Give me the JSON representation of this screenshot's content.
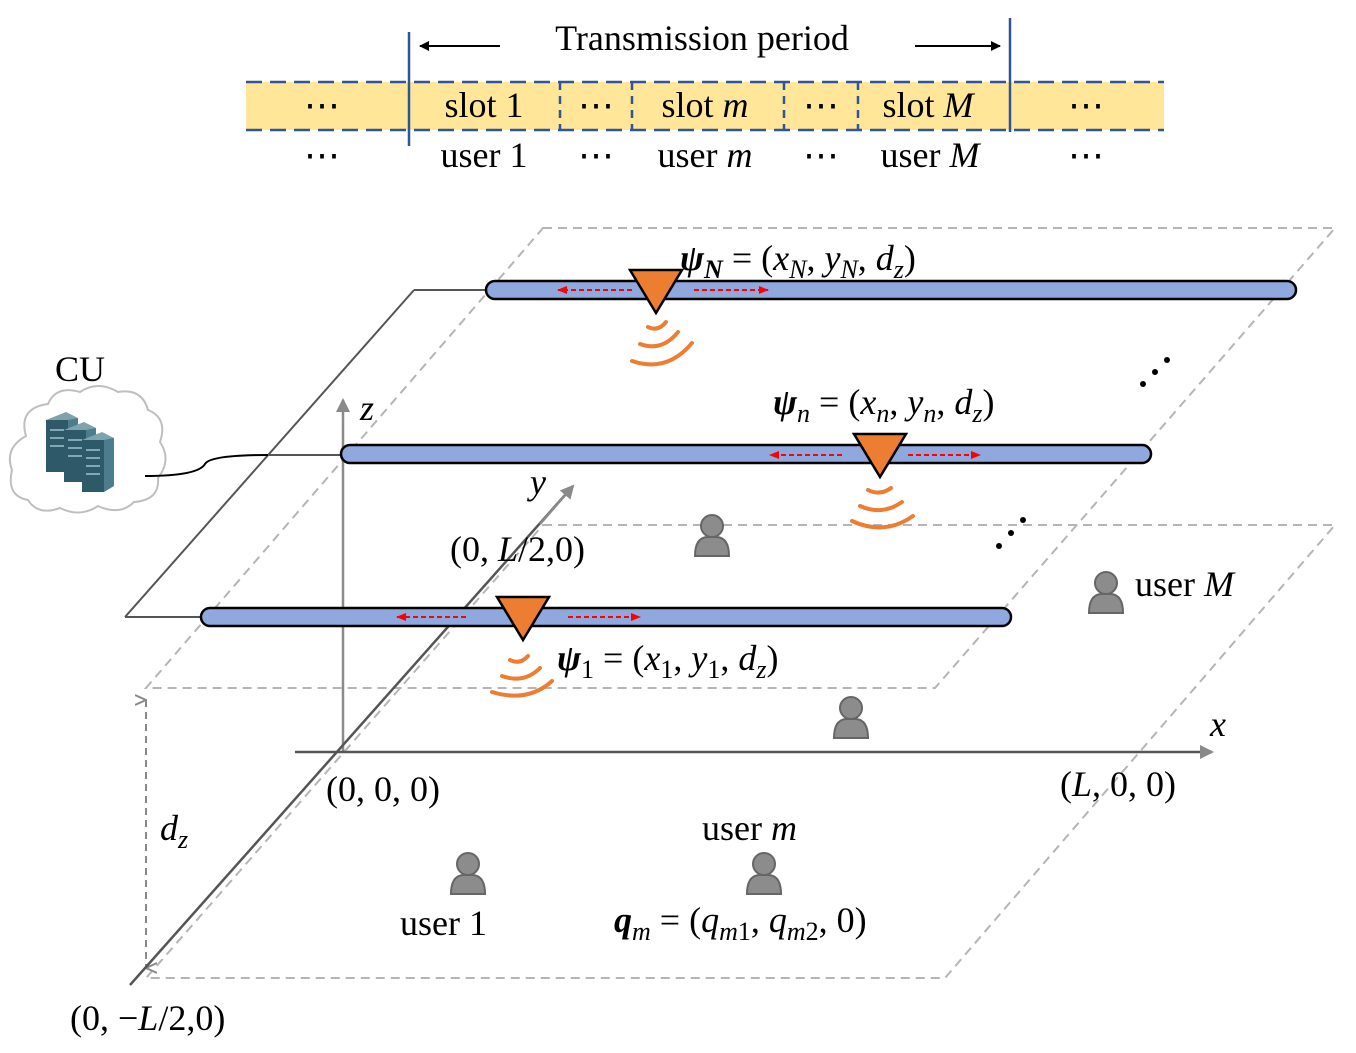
{
  "timeline": {
    "title": "Transmission period",
    "slots": [
      "⋯",
      "slot 1",
      "⋯",
      "slot m",
      "⋯",
      "slot M",
      "⋯"
    ],
    "users": [
      "⋯",
      "user 1",
      "⋯",
      "user m",
      "⋯",
      "user M",
      "⋯"
    ]
  },
  "cu_label": "CU",
  "antennas": {
    "psi_N": "ψN = (xN, yN, dz)",
    "psi_n": "ψn = (xn, yn, dz)",
    "psi_1": "ψ1 = (x1, y1, dz)"
  },
  "axes": {
    "x": "x",
    "y": "y",
    "z": "z",
    "origin": "(0, 0, 0)",
    "xend": "(L, 0, 0)",
    "ytop": "(0, L/2, 0)",
    "ybottom": "(0, −L/2, 0)",
    "height": "dz"
  },
  "users": {
    "user1": "user 1",
    "userm": "user m",
    "userM": "user M",
    "qm": "qm = (qm1, qm2, 0)"
  },
  "colors": {
    "waveguide": "#8fa8de",
    "antenna": "#ed7d31",
    "timeline_fill": "#ffe699",
    "timeline_border": "#2f5597",
    "arrow_red": "#ff0000",
    "user_gray": "#8c8c8c"
  }
}
